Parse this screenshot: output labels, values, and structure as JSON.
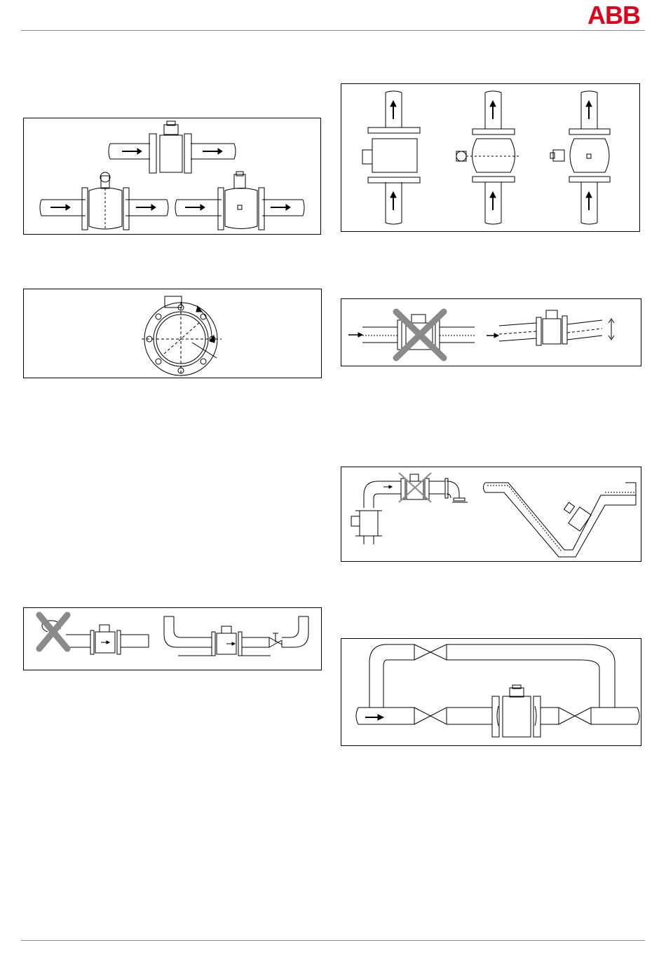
{
  "header": {
    "logo": "ABB",
    "logo_color": "#e2001a"
  },
  "figures": [
    {
      "id": "fig-horizontal-installation",
      "icon": "horizontal-meter-installations"
    },
    {
      "id": "fig-vertical-installation",
      "icon": "vertical-meter-installations"
    },
    {
      "id": "fig-electrode-axis",
      "icon": "flange-electrode-axis"
    },
    {
      "id": "fig-partially-filled-pipe",
      "icon": "partially-filled-pipe"
    },
    {
      "id": "fig-pipe-elbows",
      "icon": "pipe-elbow-installations"
    },
    {
      "id": "fig-free-outlet",
      "icon": "free-outlet-installation"
    },
    {
      "id": "fig-bypass",
      "icon": "bypass-line"
    }
  ],
  "colors": {
    "line": "#000000",
    "cross": "#8a8a8a",
    "rule": "#8c8c8c"
  }
}
